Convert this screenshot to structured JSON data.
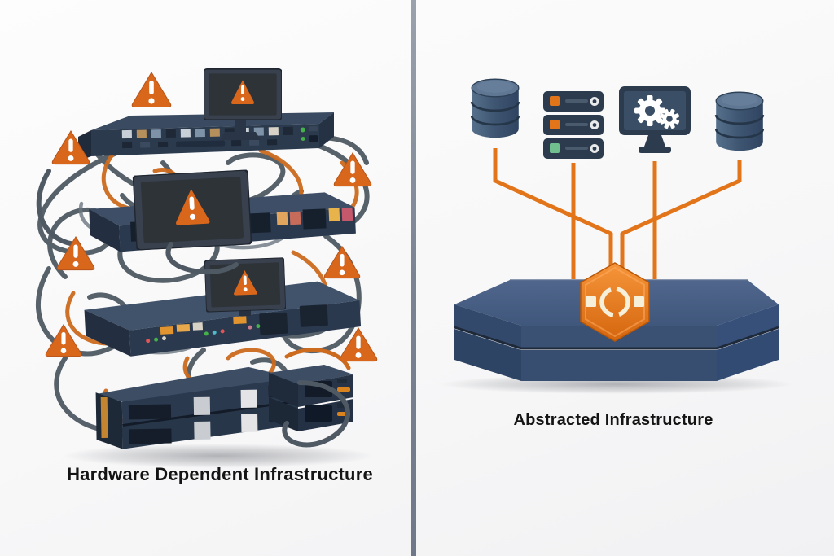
{
  "left_panel": {
    "title": "Hardware Dependent Infrastructure",
    "warning_triangle_count": 7,
    "devices": [
      {
        "name": "network-switch",
        "alert_screen": "warning-triangle"
      },
      {
        "name": "rack-server-upper",
        "alert_screen": "warning-triangle"
      },
      {
        "name": "rack-server-lower",
        "alert_screen": "warning-triangle"
      },
      {
        "name": "stacked-storage-servers",
        "alert_screen": "none"
      }
    ],
    "cable_colors": {
      "gray": "#4E5963",
      "orange": "#CC6A1E"
    }
  },
  "right_panel": {
    "title": "Abstracted Infrastructure",
    "icons": [
      {
        "name": "database-icon"
      },
      {
        "name": "server-rack-icon"
      },
      {
        "name": "monitor-gears-icon"
      },
      {
        "name": "database-icon"
      }
    ],
    "badge": {
      "name": "api-hexagon-badge",
      "color": "#E5761C"
    },
    "connector_color": "#E2751A",
    "platform_color": "#3E5578"
  },
  "colors": {
    "background": "#FCFCFC",
    "divider_gray": "#7A8493",
    "warning_orange": "#D8671C",
    "device_navy": "#2C3A4E",
    "icon_navy": "#2C3B4D",
    "title_text": "#141414"
  }
}
